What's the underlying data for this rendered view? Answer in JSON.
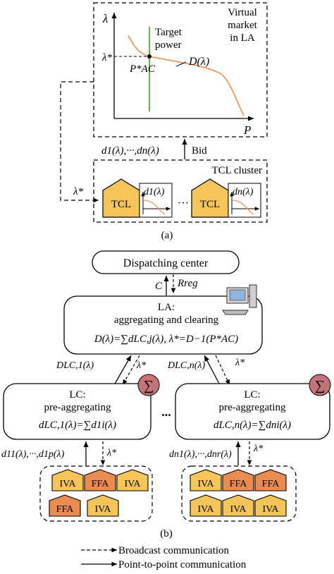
{
  "part_a": {
    "axis_y": "λ",
    "axis_x": "P",
    "market_title": [
      "Virtual",
      "market",
      "in LA"
    ],
    "target_power": [
      "Target",
      "power"
    ],
    "lambda_star": "λ*",
    "p_ac": "P*AC",
    "demand_curve": "D(λ)",
    "bids_label": "d1(λ),···,dn(λ)",
    "bid_label": "Bid",
    "cluster_title": "TCL cluster",
    "tcl_label": "TCL",
    "tcl1_curve": "d1(λ)",
    "tcln_curve": "dn(λ)",
    "dots": "···",
    "broadcast_label": "λ*",
    "caption": "(a)"
  },
  "part_b": {
    "dispatch": "Dispatching center",
    "c_label": "C",
    "r_reg": "Rreg",
    "la_title": "LA:",
    "la_sub": "aggregating and clearing",
    "la_formula": "D(λ)=∑dLC,j(λ), λ*=D−1(P*AC)",
    "dlc1": "DLC,1(λ)",
    "dlcn": "DLC,n(λ)",
    "lambda_star": "λ*",
    "lc_title": "LC:",
    "lc_sub": "pre-aggregating",
    "lc1_formula": "dLC,1(λ)=∑d1i(λ)",
    "lcn_formula": "dLC,n(λ)=∑dni(λ)",
    "sum_symbol": "∑",
    "dots": "...",
    "bids_1": "d11(λ),···,d1p(λ)",
    "bids_n": "dn1(λ),···,dnr(λ)",
    "group1": [
      "IVA",
      "FFA",
      "IVA",
      "FFA",
      "IVA"
    ],
    "groupn": [
      "IVA",
      "FFA",
      "FFA",
      "IVA",
      "IVA",
      "IVA"
    ],
    "caption": "(b)"
  },
  "legend": {
    "broadcast": "Broadcast communication",
    "p2p": "Point-to-point communication"
  },
  "colors": {
    "iva": "#f5c55a",
    "ffa": "#ea8b52",
    "curve": "#f0965a",
    "target_line": "#5aa832",
    "sum_circle": "#c47378"
  }
}
